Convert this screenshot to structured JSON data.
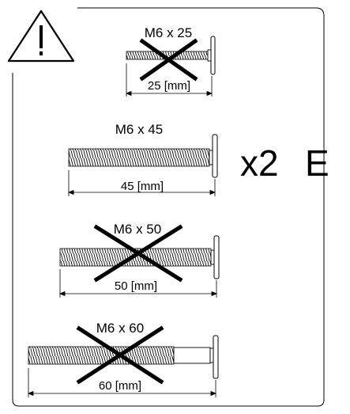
{
  "bolts": [
    {
      "label": "M6 x 25",
      "dimension": "25 [mm]",
      "crossed": true
    },
    {
      "label": "M6 x 45",
      "dimension": "45 [mm]",
      "crossed": false
    },
    {
      "label": "M6 x 50",
      "dimension": "50 [mm]",
      "crossed": true
    },
    {
      "label": "M6 x 60",
      "dimension": "60 [mm]",
      "crossed": true
    }
  ],
  "quantity": "x2",
  "part_letter": "E",
  "warning_icon": "warning-triangle-icon"
}
